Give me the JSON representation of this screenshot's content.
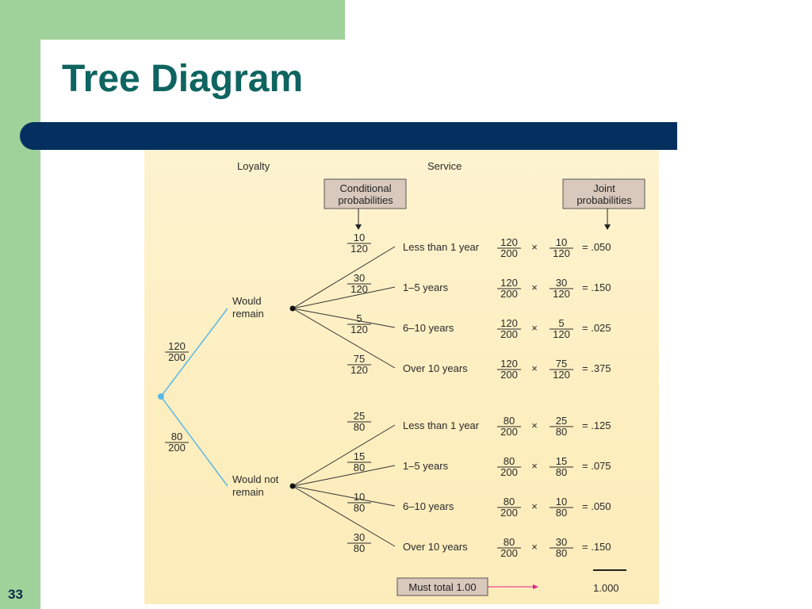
{
  "title": "Tree Diagram",
  "page_number": "33",
  "headers": {
    "loyalty": "Loyalty",
    "service": "Service",
    "conditional_box": [
      "Conditional",
      "probabilities"
    ],
    "joint_box": [
      "Joint",
      "probabilities"
    ]
  },
  "root_branches": [
    {
      "label": [
        "Would",
        "remain"
      ],
      "prob": {
        "num": "120",
        "den": "200"
      },
      "services": [
        {
          "service": "Less than 1 year",
          "cond": {
            "num": "10",
            "den": "120"
          },
          "joint": "= .050"
        },
        {
          "service": "1–5 years",
          "cond": {
            "num": "30",
            "den": "120"
          },
          "joint": "= .150"
        },
        {
          "service": "6–10 years",
          "cond": {
            "num": "5",
            "den": "120"
          },
          "joint": "= .025"
        },
        {
          "service": "Over 10 years",
          "cond": {
            "num": "75",
            "den": "120"
          },
          "joint": "= .375"
        }
      ]
    },
    {
      "label": [
        "Would not",
        "remain"
      ],
      "prob": {
        "num": "80",
        "den": "200"
      },
      "services": [
        {
          "service": "Less than 1 year",
          "cond": {
            "num": "25",
            "den": "80"
          },
          "joint": "= .125"
        },
        {
          "service": "1–5 years",
          "cond": {
            "num": "15",
            "den": "80"
          },
          "joint": "= .075"
        },
        {
          "service": "6–10 years",
          "cond": {
            "num": "10",
            "den": "80"
          },
          "joint": "= .050"
        },
        {
          "service": "Over 10 years",
          "cond": {
            "num": "30",
            "den": "80"
          },
          "joint": "= .150"
        }
      ]
    }
  ],
  "times_symbol": "×",
  "footer": {
    "must_total": "Must total 1.00",
    "total": "1.000"
  },
  "colors": {
    "accent_green": "#9fd19a",
    "title_teal": "#0e6460",
    "bar_navy": "#04305f",
    "root_line_blue": "#5bb8e6",
    "box_fill": "#d9c9bd",
    "arrow_magenta": "#e0228a"
  }
}
